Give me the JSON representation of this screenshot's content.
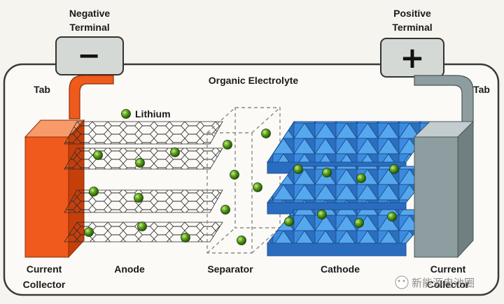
{
  "labels": {
    "negative_terminal": [
      "Negative",
      "Terminal"
    ],
    "positive_terminal": [
      "Positive",
      "Terminal"
    ],
    "negative_symbol": "−",
    "positive_symbol": "+",
    "tab_left": "Tab",
    "tab_right": "Tab",
    "electrolyte": "Organic Electrolyte",
    "lithium": "Lithium",
    "current_collector_left": [
      "Current",
      "Collector"
    ],
    "current_collector_right": [
      "Current",
      "Collector"
    ],
    "anode": "Anode",
    "separator": "Separator",
    "cathode": "Cathode"
  },
  "watermark": "新能源电池圈",
  "colors": {
    "anode_collector": "#f05a1c",
    "cathode_collector": "#8e9ea0",
    "cathode_crystal": "#3f8fe0",
    "lithium_ion": "#5aa31a",
    "graphite_line": "#2d2d2d",
    "casing": "#3a3a3a",
    "terminal_fill": "#d4d9d6"
  }
}
